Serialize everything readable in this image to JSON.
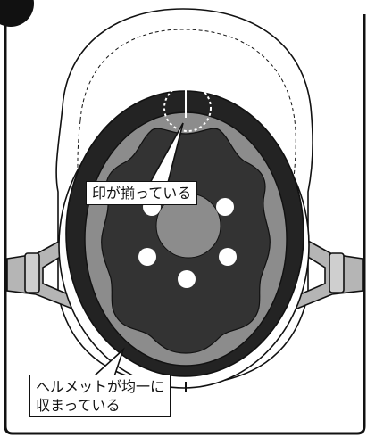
{
  "callouts": {
    "mark_aligned": "印が揃っている",
    "helmet_even_line1": "ヘルメットが均一に",
    "helmet_even_line2": "収まっている"
  },
  "colors": {
    "outline": "#111111",
    "shell_dark": "#232323",
    "pad_gray": "#8c8c8c",
    "inner_dark": "#333333",
    "strap_gray": "#b5b5b5",
    "hole_white": "#ffffff"
  }
}
